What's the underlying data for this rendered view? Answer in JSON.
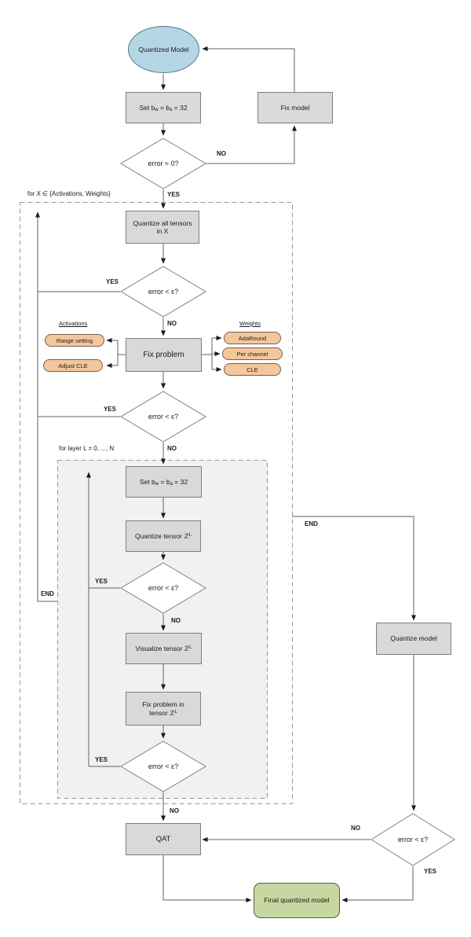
{
  "edge_labels": {
    "yes": "YES",
    "no": "NO",
    "end": "END"
  },
  "loops": {
    "outer_label": "for X ∈ {Activations, Weights}",
    "inner_label": "for layer L = 0, ..., N"
  },
  "nodes": {
    "start": {
      "label": "Quantized Model"
    },
    "fix_model": {
      "label": "Fix model"
    },
    "set_bitwidth": {
      "p1": "Set b",
      "s1": "w",
      "p2": " = b",
      "s2": "a",
      "p3": " = 32"
    },
    "error_zero": {
      "label": "error ≈ 0?"
    },
    "quantize_all": {
      "label": "Quantize all tensors in X"
    },
    "error_eps": {
      "label": "error < ε?"
    },
    "fix_problem": {
      "label": "Fix problem"
    },
    "activations": {
      "title": "Activations",
      "pills": [
        "Range setting",
        "Adjust CLE"
      ]
    },
    "weights": {
      "title": "Weights",
      "pills": [
        "AdaRound",
        "Per channel",
        "CLE"
      ]
    },
    "quantize_tensor": {
      "p1": "Quantize tensor ℤ",
      "sup": "L"
    },
    "visualize_tensor": {
      "p1": "Visualize tensor ℤ",
      "sup": "L"
    },
    "fix_problem_tensor": {
      "line1": "Fix problem in",
      "line2": "tensor ℤ",
      "sup": "L"
    },
    "qat": {
      "label": "QAT"
    },
    "quantize_model": {
      "label": "Quantize model"
    },
    "final_model": {
      "label": "Final quantized model"
    }
  },
  "colors": {
    "process_fill": "#d9d9d9",
    "process_border": "#7f7f7f",
    "terminator_fill": "#b5d7e5",
    "terminator_border": "#557585",
    "option_pill_fill": "#f3c79c",
    "option_pill_border": "#77604a",
    "final_fill": "#c6d7a1",
    "final_border": "#55603f",
    "inner_loop_fill": "#f1f1f1",
    "dashed_border": "#999999",
    "connector": "#616161",
    "arrowhead": "#1a1a1a"
  }
}
